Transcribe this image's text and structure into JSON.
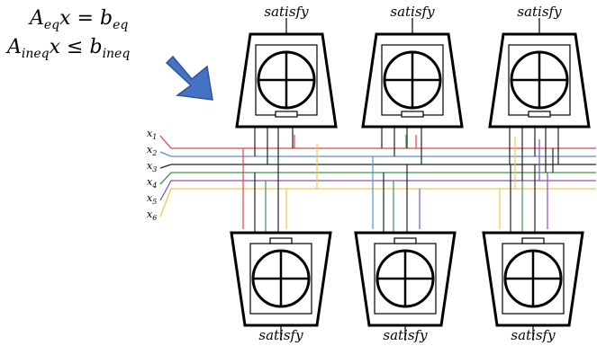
{
  "equations": {
    "eq_lhs": "A",
    "eq_lhs_sub": "eq",
    "eq_mid": "x = b",
    "eq_rhs_sub": "eq",
    "ineq_lhs": "A",
    "ineq_lhs_sub": "ineq",
    "ineq_mid": "x ≤ b",
    "ineq_rhs_sub": "ineq"
  },
  "satisfy_label": "satisfy",
  "top_labels": [
    "satisfy",
    "satisfy",
    "satisfy"
  ],
  "bottom_labels": [
    "satisfy",
    "satisfy",
    "satisfy"
  ],
  "variables": [
    {
      "name": "x",
      "sub": "1",
      "color": "#e8434b"
    },
    {
      "name": "x",
      "sub": "2",
      "color": "#5b8fd6"
    },
    {
      "name": "x",
      "sub": "3",
      "color": "#222222"
    },
    {
      "name": "x",
      "sub": "4",
      "color": "#3a9a4a"
    },
    {
      "name": "x",
      "sub": "5",
      "color": "#8a4fc4"
    },
    {
      "name": "x",
      "sub": "6",
      "color": "#f2c94c"
    }
  ],
  "arrow_color": "#4472c4"
}
